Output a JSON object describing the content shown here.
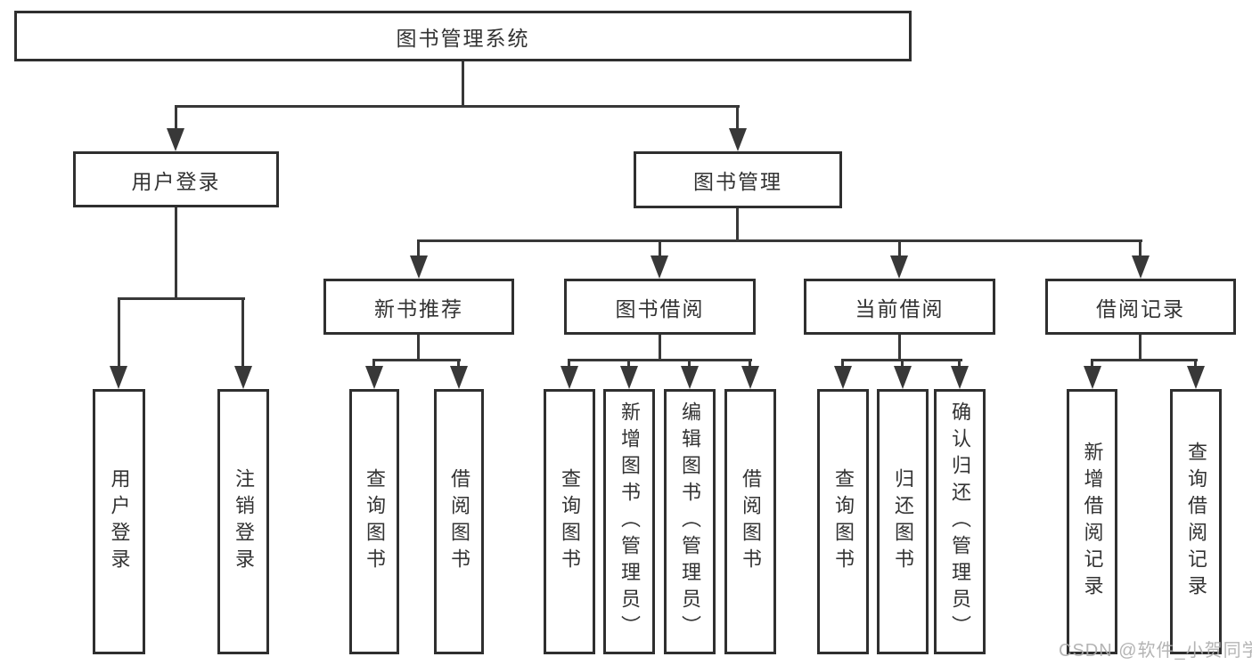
{
  "tree": {
    "label": "图书管理系统",
    "children": [
      {
        "label": "用户登录",
        "children": [
          {
            "label": "用户登录"
          },
          {
            "label": "注销登录"
          }
        ]
      },
      {
        "label": "图书管理",
        "children": [
          {
            "label": "新书推荐",
            "children": [
              {
                "label": "查询图书"
              },
              {
                "label": "借阅图书"
              }
            ]
          },
          {
            "label": "图书借阅",
            "children": [
              {
                "label": "查询图书"
              },
              {
                "label": "新增图书（管理员）"
              },
              {
                "label": "编辑图书（管理员）"
              },
              {
                "label": "借阅图书"
              }
            ]
          },
          {
            "label": "当前借阅",
            "children": [
              {
                "label": "查询图书"
              },
              {
                "label": "归还图书"
              },
              {
                "label": "确认归还（管理员）"
              }
            ]
          },
          {
            "label": "借阅记录",
            "children": [
              {
                "label": "新增借阅记录"
              },
              {
                "label": "查询借阅记录"
              }
            ]
          }
        ]
      }
    ]
  },
  "watermark": {
    "text": "CSDN @软件_小贺同学"
  },
  "colors": {
    "line": "#383838",
    "box_border": "#2f2f2f",
    "box_background": "#ffffff",
    "text": "#333333",
    "watermark": "#acacac",
    "page_background": "#ffffff"
  }
}
